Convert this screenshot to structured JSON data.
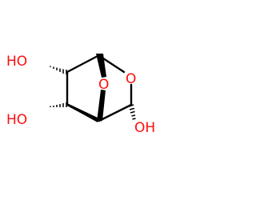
{
  "molecule": {
    "colors": {
      "bond": "#000000",
      "oxygen": "#ff0d0d",
      "background": "#ffffff"
    },
    "labels": {
      "ho_top_left": "HO",
      "ho_bottom_left": "HO",
      "oh_bottom_right": "OH",
      "ring_oxygen_upper": "O",
      "ring_oxygen_bridge": "O"
    }
  }
}
